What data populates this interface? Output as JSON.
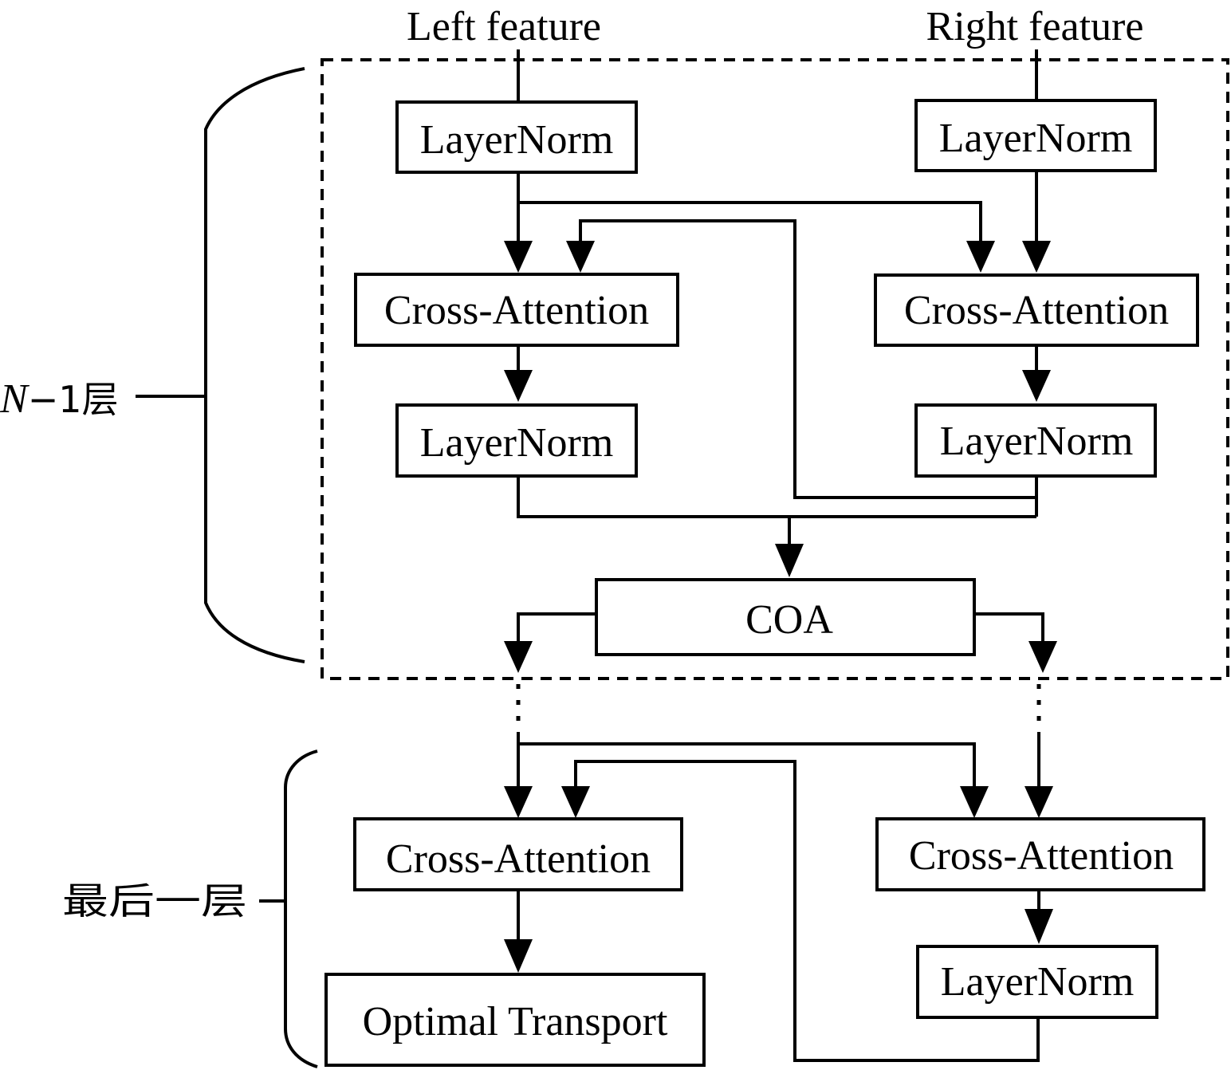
{
  "inputs": {
    "left": "Left feature",
    "right": "Right feature"
  },
  "blocks": {
    "layernorm": "LayerNorm",
    "cross_attention": "Cross-Attention",
    "coa": "COA",
    "optimal_transport": "Optimal Transport"
  },
  "labels": {
    "n_minus_1_var": "N",
    "n_minus_1_rest": "−1层",
    "last_layer": "最后一层"
  },
  "colors": {
    "stroke": "#000000",
    "background": "#ffffff"
  }
}
